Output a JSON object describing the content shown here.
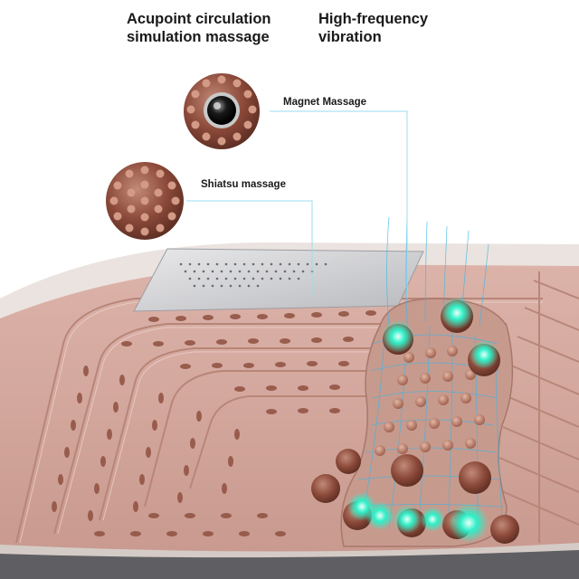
{
  "headlines": {
    "acupoint": "Acupoint circulation\nsimulation massage",
    "vibration": "High-frequency\nvibration"
  },
  "callouts": {
    "magnet": "Magnet Massage",
    "shiatsu": "Shiatsu massage"
  },
  "colors": {
    "platform_top": "#d9ada3",
    "platform_rim": "#eae2de",
    "nub": "#8c4a3a",
    "glow": "#2ef0c8",
    "foot_mesh": "#37b7e6",
    "leader_line": "#9bdcf0"
  }
}
